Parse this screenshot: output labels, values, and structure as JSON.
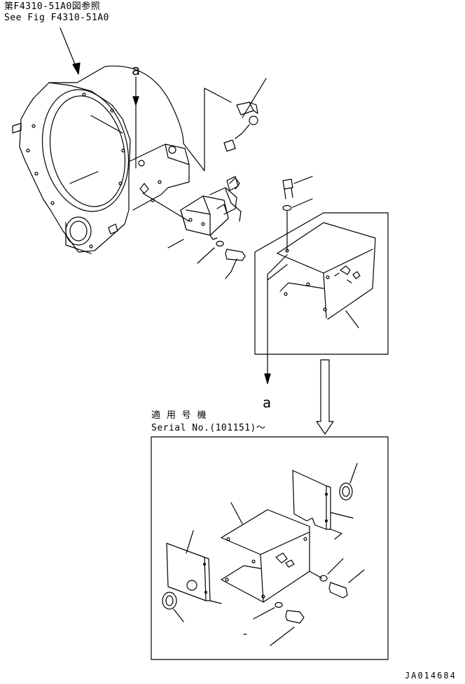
{
  "reference": {
    "line_jp": "第F4310-51A0図参照",
    "line_en": "See Fig F4310-51A0"
  },
  "view_marker": "a",
  "applicability": {
    "label_jp": "適 用 号 機",
    "label_en": "Serial No.(101151)～"
  },
  "drawing_code": "JA014684",
  "colors": {
    "line": "#000000",
    "background": "#ffffff"
  }
}
